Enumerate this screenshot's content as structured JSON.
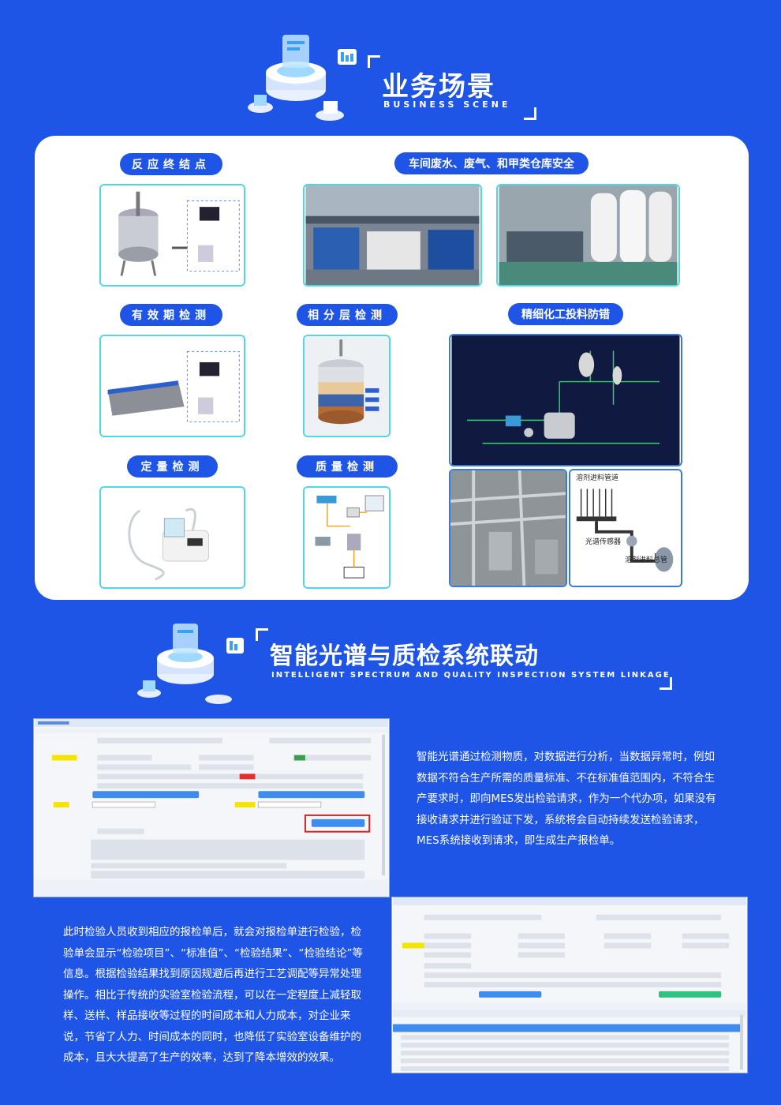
{
  "section1": {
    "title": "业务场景",
    "subtitle": "BUSINESS SCENE"
  },
  "scenes": {
    "reaction_end": "反应终结点",
    "wastewater": "车间废水、废气、和甲类仓库安全",
    "validity": "有效期检测",
    "phase": "相分层检测",
    "fine_chem": "精细化工投料防错",
    "quantitative": "定量检测",
    "quality": "质量检测"
  },
  "figure_labels": {
    "solvent_pipe": "溶剂进料管道",
    "spectral_sensor": "光谱传感器",
    "solvent_main": "溶剂进料总管"
  },
  "section2": {
    "title": "智能光谱与质检系统联动",
    "subtitle": "INTELLIGENT SPECTRUM AND QUALITY INSPECTION SYSTEM LINKAGE"
  },
  "paragraph1": "智能光谱通过检测物质，对数据进行分析，当数据异常时，例如数据不符合生产所需的质量标准、不在标准值范围内，不符合生产要求时，即向MES发出检验请求，作为一个代办项，如果没有接收请求并进行验证下发，系统将会自动持续发送检验请求，MES系统接收到请求，即生成生产报检单。",
  "paragraph2": "此时检验人员收到相应的报检单后，就会对报检单进行检验，检验单会显示“检验项目”、“标准值”、“检验结果”、“检验结论”等信息。根据检验结果找到原因规避后再进行工艺调配等异常处理操作。相比于传统的实验室检验流程，可以在一定程度上减轻取样、送样、样品接收等过程的时间成本和人力成本，对企业来说，节省了人力、时间成本的同时，也降低了实验室设备维护的成本，且大大提高了生产的效率，达到了降本增效的效果。",
  "colors": {
    "background": "#1f55e6",
    "accent_cyan": "#4fd7e6",
    "card": "#ffffff"
  }
}
